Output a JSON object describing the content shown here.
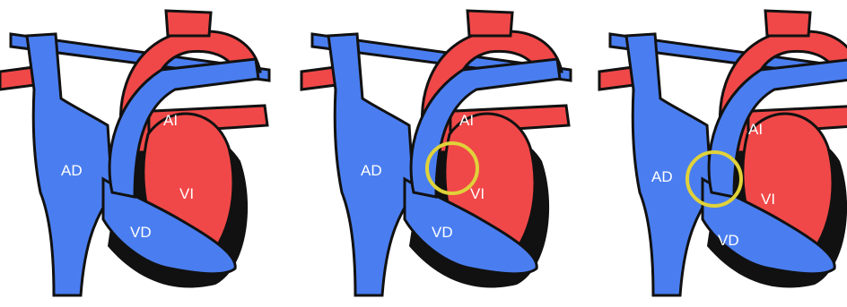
{
  "colors": {
    "venous": "#4a7ef0",
    "arterial": "#f04848",
    "outline": "#111111",
    "highlight": "#e0d23a",
    "background": "#ffffff"
  },
  "panels": [
    {
      "labels": {
        "ra": "AD",
        "la": "AI",
        "lv": "VI",
        "rv": "VD"
      },
      "highlight": false
    },
    {
      "labels": {
        "ra": "AD",
        "la": "AI",
        "lv": "VI",
        "rv": "VD"
      },
      "highlight": true
    },
    {
      "labels": {
        "ra": "AD",
        "la": "AI",
        "lv": "VI",
        "rv": "VD"
      },
      "highlight": true
    }
  ]
}
